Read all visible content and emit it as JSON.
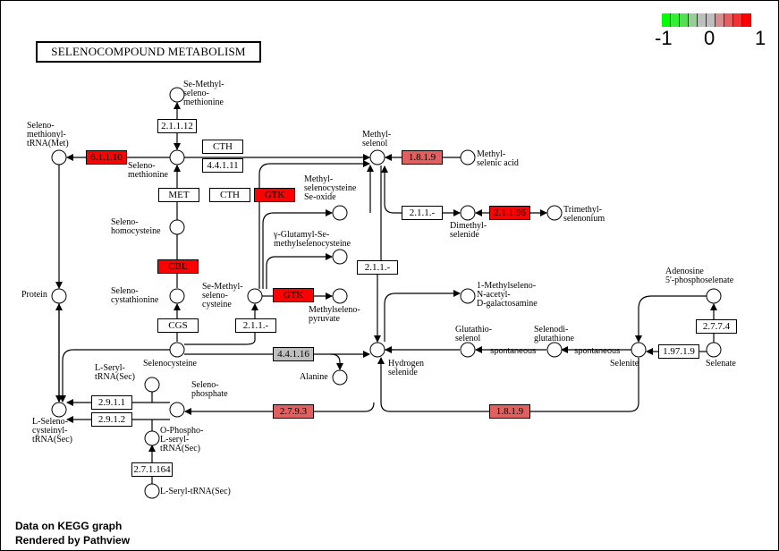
{
  "title": "SELENOCOMPOUND METABOLISM",
  "legend": {
    "ticks": [
      "-1",
      "0",
      "1"
    ],
    "colors": [
      "#00ff00",
      "#33ee33",
      "#55dd55",
      "#99cc99",
      "#bebebe",
      "#bebebe",
      "#d38f8f",
      "#e36060",
      "#f23232",
      "#ff0000"
    ]
  },
  "colors": {
    "high": "#ff0000",
    "medium": "#e06060",
    "neutral": "#bebebe",
    "none": "#ffffff"
  },
  "enzymes": [
    {
      "id": "e1",
      "label": "2.1.1.12",
      "color": "#ffffff"
    },
    {
      "id": "e2",
      "label": "CTH",
      "color": "#ffffff"
    },
    {
      "id": "e3",
      "label": "4.4.1.11",
      "color": "#ffffff"
    },
    {
      "id": "e4",
      "label": "6.1.1.10",
      "color": "#ff0000"
    },
    {
      "id": "e5",
      "label": "MET",
      "color": "#ffffff"
    },
    {
      "id": "e6",
      "label": "CTH",
      "color": "#ffffff"
    },
    {
      "id": "e7",
      "label": "GTK",
      "color": "#ff0000"
    },
    {
      "id": "e8",
      "label": "1.8.1.9",
      "color": "#e06060"
    },
    {
      "id": "e9",
      "label": "2.1.1.-",
      "color": "#ffffff"
    },
    {
      "id": "e10",
      "label": "2.1.1.96",
      "color": "#ff0000"
    },
    {
      "id": "e11",
      "label": "CBL",
      "color": "#ff0000"
    },
    {
      "id": "e12",
      "label": "2.1.1.-",
      "color": "#ffffff"
    },
    {
      "id": "e13",
      "label": "GTK",
      "color": "#ff0000"
    },
    {
      "id": "e14",
      "label": "CGS",
      "color": "#ffffff"
    },
    {
      "id": "e15",
      "label": "2.1.1.-",
      "color": "#ffffff"
    },
    {
      "id": "e16",
      "label": "4.4.1.16",
      "color": "#bebebe"
    },
    {
      "id": "e17",
      "label": "2.9.1.1",
      "color": "#ffffff"
    },
    {
      "id": "e18",
      "label": "2.9.1.2",
      "color": "#ffffff"
    },
    {
      "id": "e19",
      "label": "2.7.9.3",
      "color": "#e06060"
    },
    {
      "id": "e20",
      "label": "1.8.1.9",
      "color": "#e06060"
    },
    {
      "id": "e21",
      "label": "2.7.1.164",
      "color": "#ffffff"
    },
    {
      "id": "e22",
      "label": "2.7.7.4",
      "color": "#ffffff"
    },
    {
      "id": "e23",
      "label": "1.97.1.9",
      "color": "#ffffff"
    }
  ],
  "compounds": [
    {
      "id": "c1",
      "label": "Se-Methyl-\nseleno-\nmethionine"
    },
    {
      "id": "c2",
      "label": "Seleno-\nmethionyl-\ntRNA(Met)"
    },
    {
      "id": "c3",
      "label": "Seleno-\nmethionine"
    },
    {
      "id": "c4",
      "label": "Methyl-\nselenol"
    },
    {
      "id": "c5",
      "label": "Methyl-\nselenic acid"
    },
    {
      "id": "c6",
      "label": "Methyl-\nselenocysteine\nSe-oxide"
    },
    {
      "id": "c7",
      "label": "Dimethyl-\nselenide"
    },
    {
      "id": "c8",
      "label": "Trimethyl-\nselenonium"
    },
    {
      "id": "c9",
      "label": "Seleno-\nhomocysteine"
    },
    {
      "id": "c10",
      "label": "γ-Glutamyl-Se-\nmethylselenocysteine"
    },
    {
      "id": "c11",
      "label": "Protein"
    },
    {
      "id": "c12",
      "label": "Seleno-\ncystathionine"
    },
    {
      "id": "c13",
      "label": "Se-Methyl-\nseleno-\ncysteine"
    },
    {
      "id": "c14",
      "label": "Methylseleno-\npyruvate"
    },
    {
      "id": "c15",
      "label": "1-Methylseleno-\nN-acetyl-\nD-galactosamine"
    },
    {
      "id": "c16",
      "label": "Adenosine\n5'-phosphoselenate"
    },
    {
      "id": "c17",
      "label": "Glutathio-\nselenol"
    },
    {
      "id": "c18",
      "label": "Selenodi-\nglutathione"
    },
    {
      "id": "c19",
      "label": "Selenocysteine"
    },
    {
      "id": "c20",
      "label": "Hydrogen\nselenide"
    },
    {
      "id": "c21",
      "label": "Selenite"
    },
    {
      "id": "c22",
      "label": "Selenate"
    },
    {
      "id": "c23",
      "label": "Alanine"
    },
    {
      "id": "c24",
      "label": "L-Seryl-\ntRNA(Sec)"
    },
    {
      "id": "c25",
      "label": "Seleno-\nphosphate"
    },
    {
      "id": "c26",
      "label": "L-Seleno-\ncysteinyl-\ntRNA(Sec)"
    },
    {
      "id": "c27",
      "label": "O-Phospho-\nL-seryl-\ntRNA(Sec)"
    },
    {
      "id": "c28",
      "label": "L-Seryl-tRNA(Sec)"
    }
  ],
  "edge_labels": {
    "spontaneous1": "spontaneous",
    "spontaneous2": "spontaneous"
  },
  "footer": {
    "line1": "Data on KEGG graph",
    "line2": "Rendered by Pathview"
  }
}
